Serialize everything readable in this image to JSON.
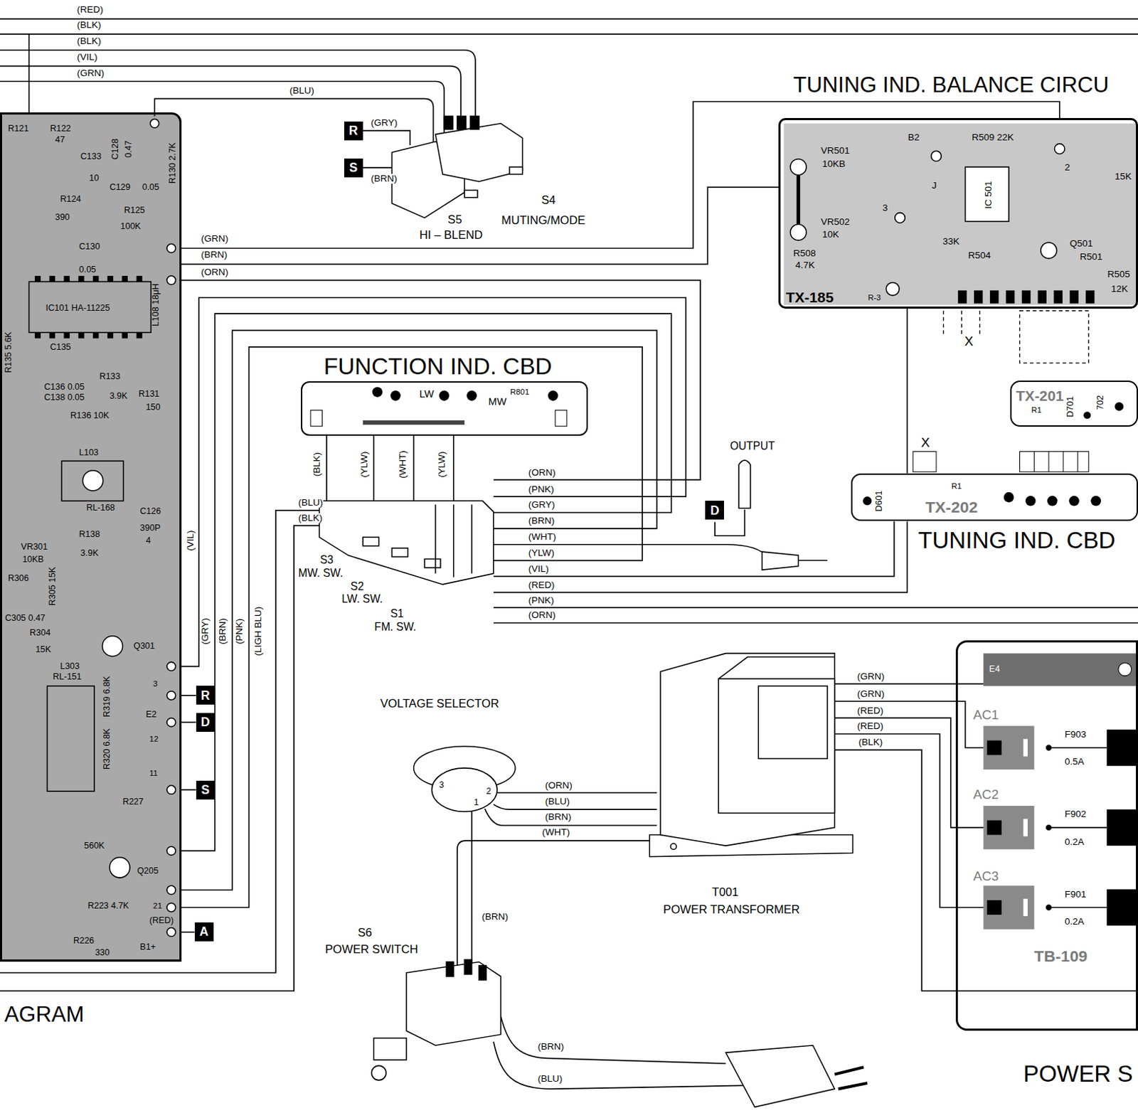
{
  "diagram": {
    "nodes": [
      {
        "text": [
          "AGRAM"
        ]
      },
      {
        "text": [
          "R"
        ]
      },
      {
        "text": [
          "S"
        ]
      },
      {
        "text": [
          "TUNING IND. BALANCE CIRCU",
          "TX-185"
        ]
      },
      {
        "text": [
          "FUNCTION IND. CBD"
        ]
      },
      {
        "text": [
          "TX-201"
        ]
      },
      {
        "text": [
          "TX-202",
          "TUNING IND. CBD"
        ]
      },
      {
        "text": [
          "D"
        ]
      },
      {
        "text": [
          "R"
        ]
      },
      {
        "text": [
          "D"
        ]
      },
      {
        "text": [
          "TB-109",
          "POWER S"
        ]
      },
      {
        "text": [
          "S"
        ]
      },
      {
        "text": [
          "A"
        ]
      }
    ],
    "edges": [
      {
        "from": 0,
        "to": 8,
        "arrow": "none"
      },
      {
        "from": 0,
        "to": 9,
        "arrow": "none"
      },
      {
        "from": 0,
        "to": 11,
        "arrow": "none"
      },
      {
        "from": 0,
        "to": 12,
        "arrow": "none"
      },
      {
        "from": 0,
        "to": 3,
        "label": "(GRN)",
        "arrow": "none"
      },
      {
        "from": 0,
        "to": 3,
        "label": "(BRN)",
        "arrow": "none"
      },
      {
        "from": 3,
        "to": 6,
        "arrow": "none"
      }
    ],
    "labels": [
      "(RED)",
      "(BLK)",
      "(BLK)",
      "(VIL)",
      "(GRN)",
      "(BLU)",
      "(GRY)",
      "(BRN)",
      "S4",
      "MUTING/MODE",
      "S5",
      "HI – BLEND",
      "(ORN)",
      "(BLU)",
      "(BLK)",
      "(ORN)",
      "(PNK)",
      "(GRY)",
      "(BRN)",
      "(WHT)",
      "(YLW)",
      "(VIL)",
      "(RED)",
      "(PNK)",
      "(ORN)",
      "S3",
      "MW. SW.",
      "S2",
      "LW. SW.",
      "S1",
      "FM. SW.",
      "OUTPUT",
      "(VIL)",
      "(GRY)",
      "(BRN)",
      "(PNK)",
      "(LIGH BLU)",
      "(BLK)",
      "(YLW)",
      "(WHT)",
      "(YLW)",
      "LW",
      "MW",
      "R801",
      "(GRN)",
      "(GRN)",
      "(RED)",
      "(RED)",
      "(BLK)",
      "VOLTAGE SELECTOR",
      "3",
      "2",
      "1",
      "(ORN)",
      "(BLU)",
      "(BRN)",
      "(WHT)",
      "T001",
      "POWER TRANSFORMER",
      "(BRN)",
      "S6",
      "POWER SWITCH",
      "(BRN)",
      "(BLU)",
      "E4",
      "AC1",
      "AC2",
      "AC3",
      "F903",
      "0.5A",
      "F902",
      "0.2A",
      "F901",
      "0.2A",
      "VR501",
      "10KB",
      "VR502",
      "10K",
      "R508",
      "4.7K",
      "B2",
      "R509 22K",
      "IC 501",
      "33K",
      "R504",
      "Q501",
      "R501",
      "R505",
      "12K",
      "15K",
      "R-3",
      "J",
      "3",
      "2",
      "X",
      "R1",
      "D701",
      "702",
      "X",
      "R1",
      "D601",
      "R121",
      "R122",
      "47",
      "C133",
      "10",
      "C128",
      "0.47",
      "R130 2.7K",
      "R124",
      "390",
      "C129",
      "0.05",
      "R125",
      "100K",
      "C130",
      "0.05",
      "IC101 HA-11225",
      "L108 18μH",
      "R135 5.6K",
      "C135",
      "C136 0.05",
      "C138 0.05",
      "R133",
      "3.9K",
      "R136 10K",
      "R131",
      "150",
      "L103",
      "RL-168",
      "C126",
      "390P",
      "R138",
      "3.9K",
      "VR301",
      "10KB",
      "4",
      "R306",
      "R305 15K",
      "C305 0.47",
      "R304",
      "15K",
      "Q301",
      "L303",
      "RL-151",
      "3",
      "R319 6.8K",
      "E2",
      "12",
      "R320 6.8K",
      "11",
      "R227",
      "560K",
      "Q205",
      "21",
      "R223 4.7K",
      "(RED)",
      "R226",
      "330",
      "B1+"
    ]
  }
}
